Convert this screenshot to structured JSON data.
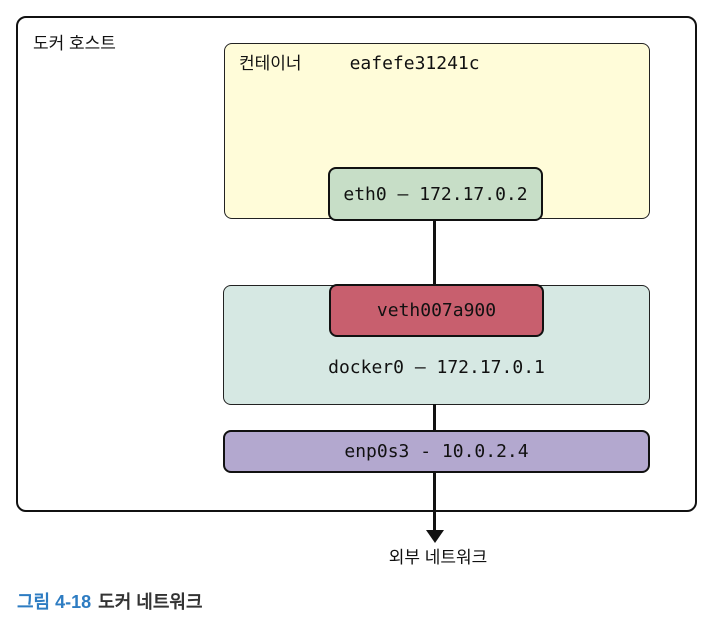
{
  "diagram": {
    "host_label": "도커 호스트",
    "container": {
      "label": "컨테이너",
      "id": "eafefe31241c",
      "eth0_label": "eth0 – 172.17.0.2"
    },
    "bridge": {
      "veth_label": "veth007a900",
      "docker0_label": "docker0 – 172.17.0.1"
    },
    "host_nic_label": "enp0s3 - 10.0.2.4",
    "external_label": "외부 네트워크"
  },
  "caption": {
    "figure_number": "그림 4-18",
    "title": "도커 네트워크"
  },
  "colors": {
    "container_fill": "#FFFCD9",
    "eth0_fill": "#C7DEC7",
    "bridge_fill": "#D6E8E3",
    "veth_fill": "#C85F6E",
    "nic_fill": "#B3A8CF",
    "line": "#111111",
    "caption_accent": "#2D7CC2"
  }
}
